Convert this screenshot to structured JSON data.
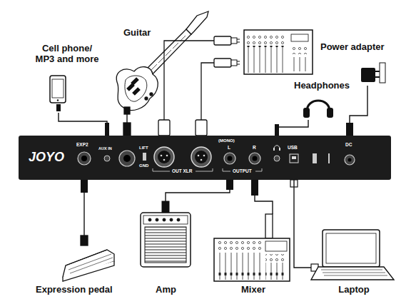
{
  "diagram": {
    "nodes": [
      {
        "text": [
          "Cell phone/ MP3 and more"
        ]
      },
      {
        "text": [
          "Guitar"
        ]
      },
      {
        "text": [
          "Power adapter"
        ]
      },
      {
        "text": [
          "Headphones"
        ]
      },
      {
        "text": [
          "JOYO"
        ]
      },
      {
        "text": [
          "Expression pedal"
        ]
      },
      {
        "text": [
          "Amp"
        ]
      },
      {
        "text": [
          "Mixer"
        ]
      },
      {
        "text": [
          "Laptop"
        ]
      }
    ],
    "edges": [
      {
        "from": 0,
        "to": 4,
        "arrow": "none"
      },
      {
        "from": 1,
        "to": 4,
        "arrow": "none"
      },
      {
        "from": 2,
        "to": 4,
        "arrow": "none"
      },
      {
        "from": 3,
        "to": 4,
        "arrow": "none"
      },
      {
        "from": 5,
        "to": 4,
        "arrow": "none"
      },
      {
        "from": 6,
        "to": 4,
        "arrow": "none"
      },
      {
        "from": 7,
        "to": 4,
        "arrow": "none"
      },
      {
        "from": 8,
        "to": 4,
        "arrow": "none"
      }
    ],
    "labels": [
      "EXP2",
      "AUX IN",
      "LIFT",
      "GND",
      "OUT XLR",
      "(MONO)",
      "L",
      "R",
      "OUTPUT",
      "USB",
      "DC"
    ]
  }
}
